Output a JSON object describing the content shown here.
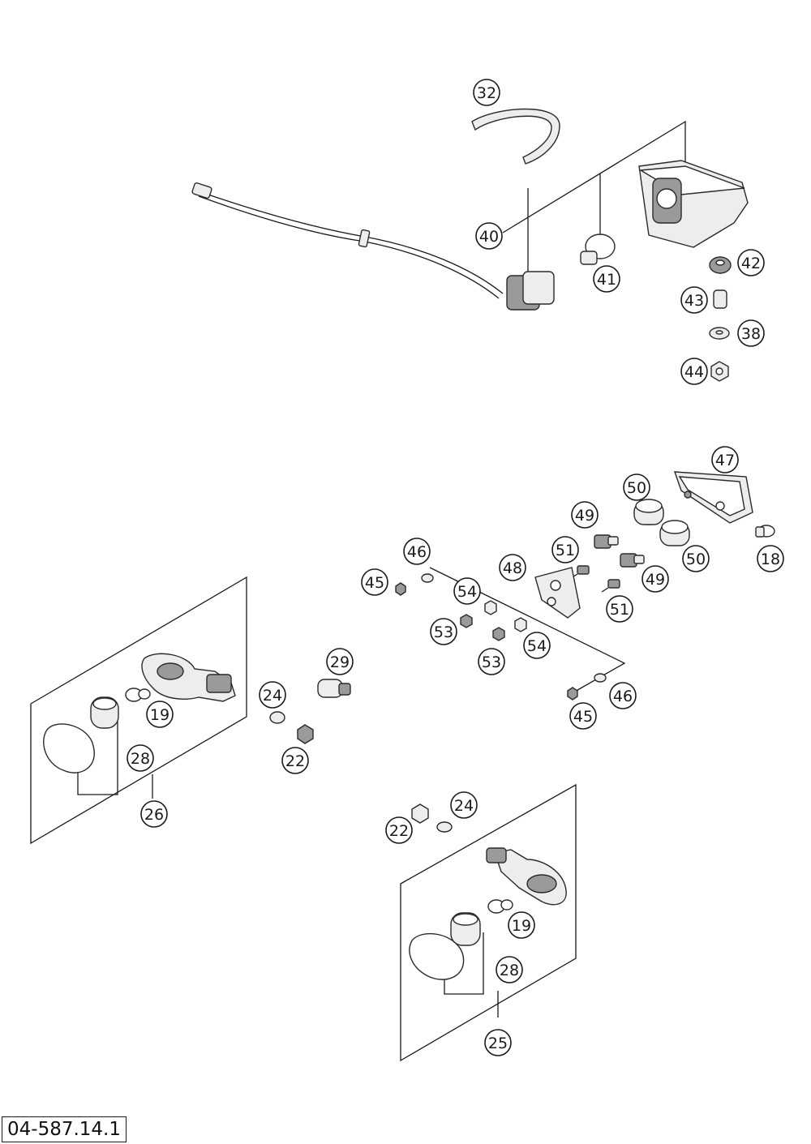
{
  "diagram_number": "04-587.14.1",
  "parts": [
    {
      "id": "32",
      "label": "32"
    },
    {
      "id": "40",
      "label": "40"
    },
    {
      "id": "41",
      "label": "41"
    },
    {
      "id": "42",
      "label": "42"
    },
    {
      "id": "43",
      "label": "43"
    },
    {
      "id": "38",
      "label": "38"
    },
    {
      "id": "44",
      "label": "44"
    },
    {
      "id": "47",
      "label": "47"
    },
    {
      "id": "50a",
      "label": "50"
    },
    {
      "id": "50b",
      "label": "50"
    },
    {
      "id": "49a",
      "label": "49"
    },
    {
      "id": "49b",
      "label": "49"
    },
    {
      "id": "51a",
      "label": "51"
    },
    {
      "id": "51b",
      "label": "51"
    },
    {
      "id": "18",
      "label": "18"
    },
    {
      "id": "46a",
      "label": "46"
    },
    {
      "id": "46b",
      "label": "46"
    },
    {
      "id": "45a",
      "label": "45"
    },
    {
      "id": "45b",
      "label": "45"
    },
    {
      "id": "48",
      "label": "48"
    },
    {
      "id": "54a",
      "label": "54"
    },
    {
      "id": "54b",
      "label": "54"
    },
    {
      "id": "53a",
      "label": "53"
    },
    {
      "id": "53b",
      "label": "53"
    },
    {
      "id": "29",
      "label": "29"
    },
    {
      "id": "24a",
      "label": "24"
    },
    {
      "id": "24b",
      "label": "24"
    },
    {
      "id": "22a",
      "label": "22"
    },
    {
      "id": "22b",
      "label": "22"
    },
    {
      "id": "19a",
      "label": "19"
    },
    {
      "id": "19b",
      "label": "19"
    },
    {
      "id": "28a",
      "label": "28"
    },
    {
      "id": "28b",
      "label": "28"
    },
    {
      "id": "26",
      "label": "26"
    },
    {
      "id": "25",
      "label": "25"
    }
  ]
}
